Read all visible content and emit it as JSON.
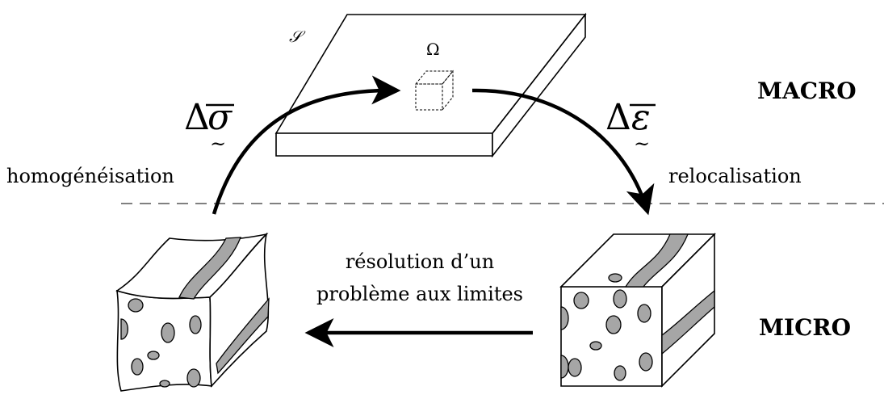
{
  "scale": {
    "macro": "MACRO",
    "micro": "MICRO"
  },
  "process": {
    "homogenization": "homogénéisation",
    "relocalization": "relocalisation",
    "bvp_line1": "résolution d’un",
    "bvp_line2": "problème aux limites"
  },
  "symbols": {
    "delta": "Δ",
    "sigma": "σ",
    "epsilon": "ε",
    "undertilde": "~",
    "structure": "𝒮",
    "volume": "Ω"
  },
  "colors": {
    "stroke": "#000000",
    "inclusion_fill": "#a6a6a6",
    "background": "#ffffff"
  }
}
